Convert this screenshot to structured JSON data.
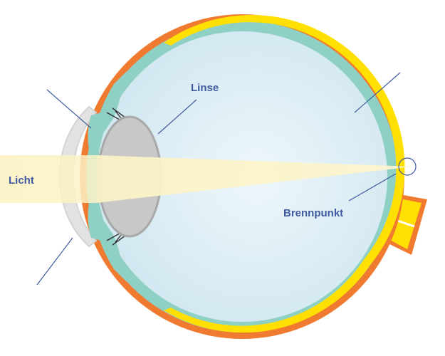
{
  "labels": {
    "lens": "Linse",
    "light": "Licht",
    "focal_point": "Brennpunkt"
  },
  "colors": {
    "sclera": "#f07a30",
    "retina": "#ffe000",
    "choroid": "#8fd0c4",
    "vitreous": "#d8ecf4",
    "lens": "#c8c8c8",
    "light_beam": "#fbf3c4",
    "pointer_lines": "#3f5aa0",
    "label_text": "#3f5aa0"
  }
}
